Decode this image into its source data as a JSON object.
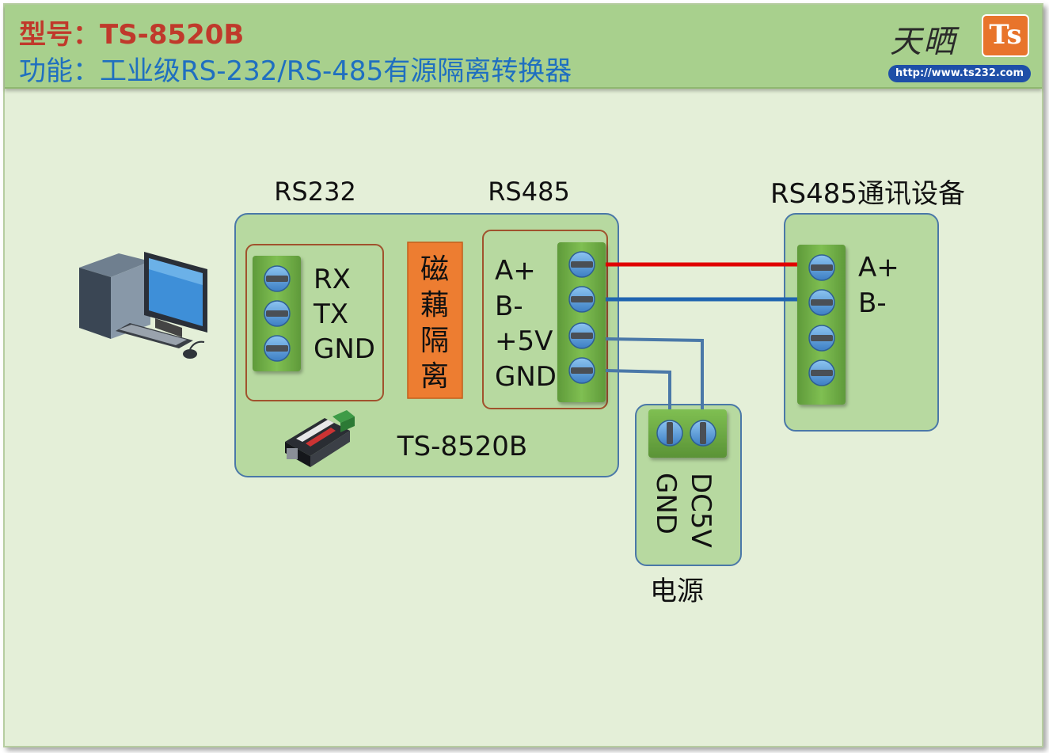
{
  "header": {
    "model_label": "型号：",
    "model_value": "TS-8520B",
    "function_line": "功能：工业级RS-232/RS-485有源隔离转换器"
  },
  "logo": {
    "badge": "Ts",
    "script_text": "天晒",
    "url": "http://www.ts232.com"
  },
  "converter": {
    "rs232_title": "RS232",
    "rs485_title": "RS485",
    "rs232_pins": [
      "RX",
      "TX",
      "GND"
    ],
    "isolation_text": [
      "磁",
      "藕",
      "隔",
      "离"
    ],
    "rs485_pins": [
      "A+",
      "B-",
      "+5V",
      "GND"
    ],
    "model_name": "TS-8520B"
  },
  "device": {
    "title": "RS485通讯设备",
    "pins": [
      "A+",
      "B-"
    ]
  },
  "power": {
    "pins": [
      "GND",
      "DC5V"
    ],
    "title": "电源"
  },
  "colors": {
    "header_bg": "#a8d08d",
    "page_bg": "#e4efd8",
    "box_fill": "#b7d9a0",
    "box_stroke": "#4a78a8",
    "terminal_fill": "#70ad47",
    "screw_fill": "#5b9bd5",
    "isolation_fill": "#ed7d31",
    "wire_red": "#e00000",
    "wire_blue": "#1f64b0",
    "wire_steel": "#4a78a8"
  },
  "icons": {
    "computer": "desktop-computer-icon",
    "adapter": "converter-device-icon"
  }
}
